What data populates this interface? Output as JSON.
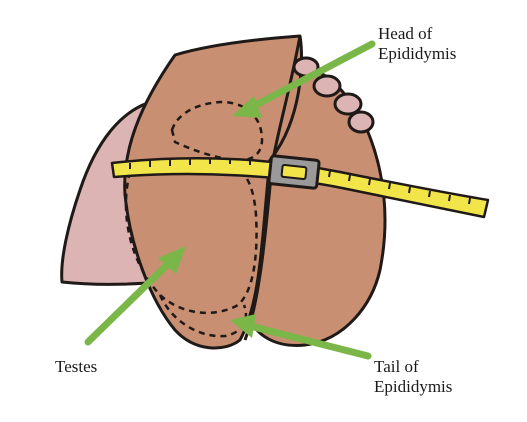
{
  "labels": {
    "head_line1": "Head of",
    "head_line2": "Epididymis",
    "testes": "Testes",
    "tail_line1": "Tail of",
    "tail_line2": "Epididymis"
  },
  "colors": {
    "skin": "#c98f72",
    "skin_shadow": "#b47a5f",
    "hand": "#dcb4b4",
    "outline": "#1f1a17",
    "tape": "#f2e54a",
    "buckle": "#9a9a9a",
    "arrow": "#7ab648"
  }
}
